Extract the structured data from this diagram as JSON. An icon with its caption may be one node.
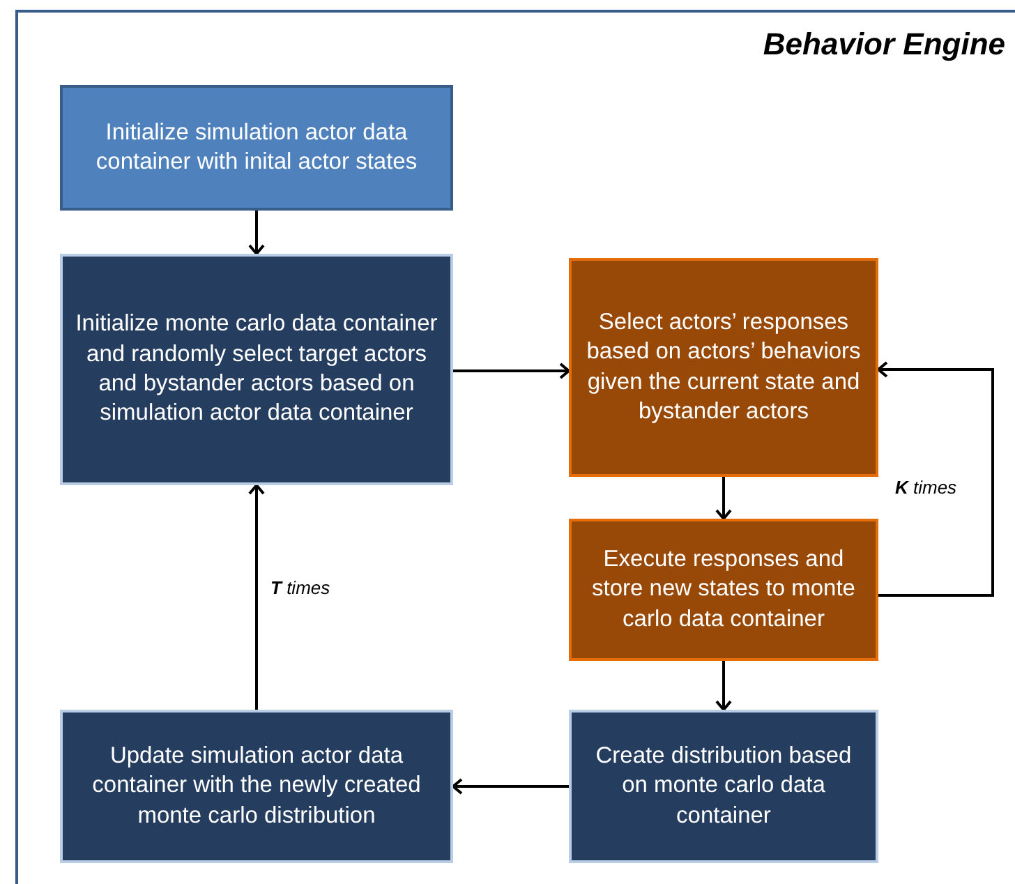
{
  "diagram": {
    "nodes": [
      {
        "text": [
          "Behavior Engine"
        ]
      },
      {
        "text": [
          "Initialize simulation actor data container with inital actor states"
        ],
        "in": 0
      },
      {
        "text": [
          "Initialize monte carlo data container and randomly select target actors and bystander actors based on simulation actor data container"
        ],
        "in": 0
      },
      {
        "text": [
          "Select actors’ responses based on actors’ behaviors given the current state and bystander actors"
        ],
        "in": 0
      },
      {
        "text": [
          "Execute responses and store new states to monte carlo data container"
        ],
        "in": 0
      },
      {
        "text": [
          "Create distribution based on monte carlo data container"
        ],
        "in": 0
      },
      {
        "text": [
          "Update simulation actor data container with the newly created monte carlo distribution"
        ],
        "in": 0
      }
    ],
    "edges": [
      {
        "from": 1,
        "to": 2,
        "arrow": "to"
      },
      {
        "from": 2,
        "to": 3,
        "arrow": "to"
      },
      {
        "from": 3,
        "to": 4,
        "arrow": "to"
      },
      {
        "from": 4,
        "to": 3,
        "arrow": "to",
        "label": "**K** times"
      },
      {
        "from": 4,
        "to": 5,
        "arrow": "to"
      },
      {
        "from": 5,
        "to": 6,
        "arrow": "to"
      },
      {
        "from": 6,
        "to": 2,
        "arrow": "to",
        "label": "**T** times"
      }
    ]
  }
}
